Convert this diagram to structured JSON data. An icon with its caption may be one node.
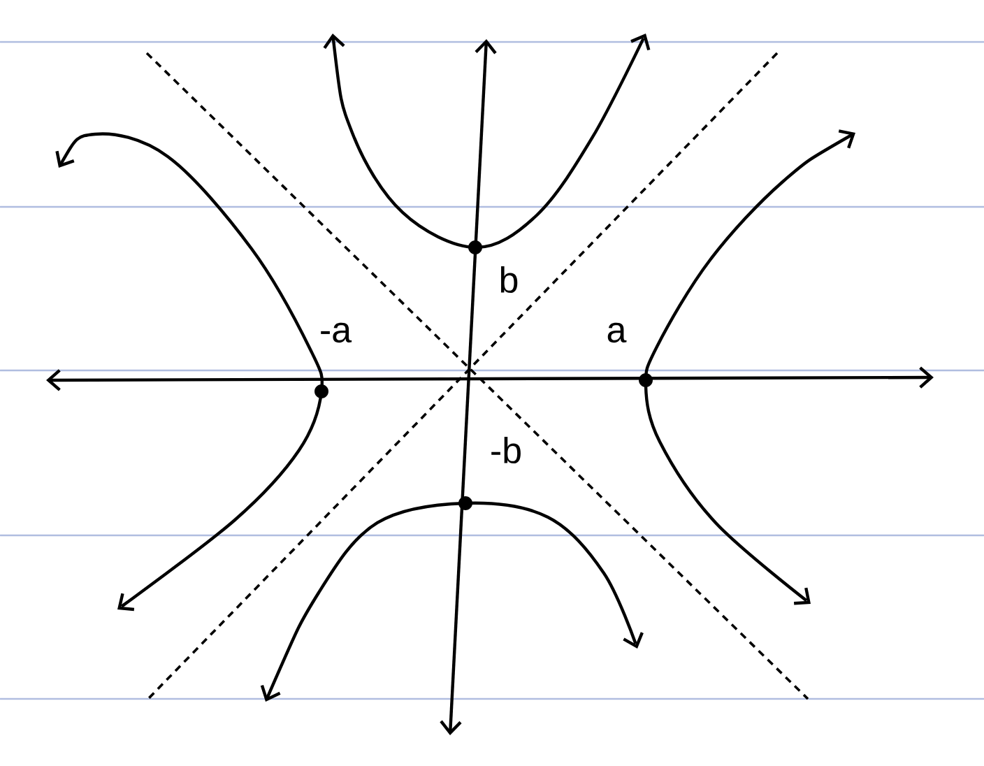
{
  "diagram": {
    "labels": [
      "-a",
      "a",
      "b",
      "-b"
    ]
  }
}
